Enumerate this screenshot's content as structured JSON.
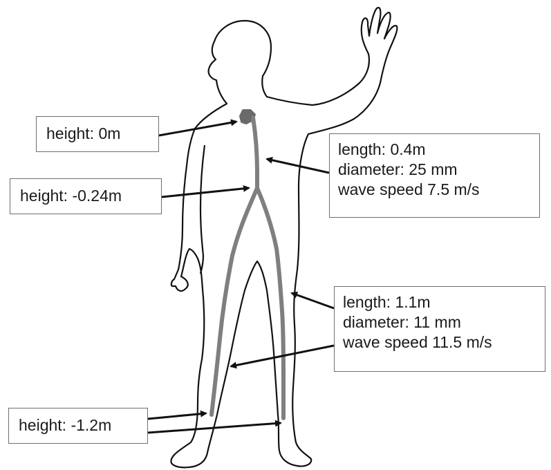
{
  "labels": {
    "height_top": "height: 0m",
    "height_mid": "height: -0.24m",
    "height_bottom": "height: -1.2m",
    "aorta": {
      "length": "length: 0.4m",
      "diameter": "diameter: 25 mm",
      "wave_speed": "wave speed 7.5 m/s"
    },
    "iliac": {
      "length": "length: 1.1m",
      "diameter": "diameter: 11 mm",
      "wave_speed": "wave speed 11.5 m/s"
    }
  },
  "colors": {
    "outline": "#111111",
    "vessel": "#7f7f7f",
    "vessel_top": "#6a6a6a",
    "arrow": "#111111",
    "box_border": "#6e6e6e"
  }
}
